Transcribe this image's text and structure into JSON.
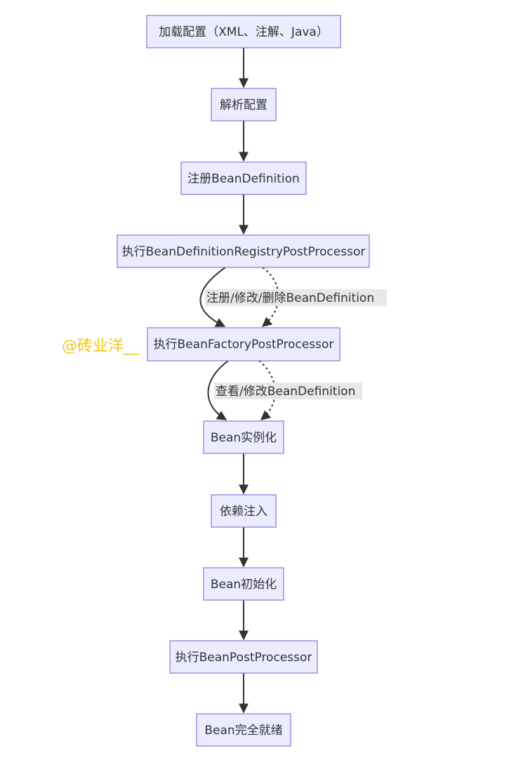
{
  "nodes": {
    "load_config": "加载配置（XML、注解、Java）",
    "parse_config": "解析配置",
    "register_bd": "注册BeanDefinition",
    "exec_bdrpp": "执行BeanDefinitionRegistryPostProcessor",
    "exec_bfpp": "执行BeanFactoryPostProcessor",
    "bean_instantiation": "Bean实例化",
    "dependency_injection": "依赖注入",
    "bean_init": "Bean初始化",
    "exec_bpp": "执行BeanPostProcessor",
    "bean_ready": "Bean完全就绪"
  },
  "edge_labels": {
    "bdrpp_to_bfpp": "注册/修改/删除BeanDefinition",
    "bfpp_to_instantiation": "查看/修改BeanDefinition"
  },
  "watermark": "@砖业洋__",
  "colors": {
    "node_fill": "#ececff",
    "node_stroke": "#9370db",
    "edge": "#333333",
    "label_bg": "#e8e8e8",
    "watermark": "#f5c518"
  }
}
